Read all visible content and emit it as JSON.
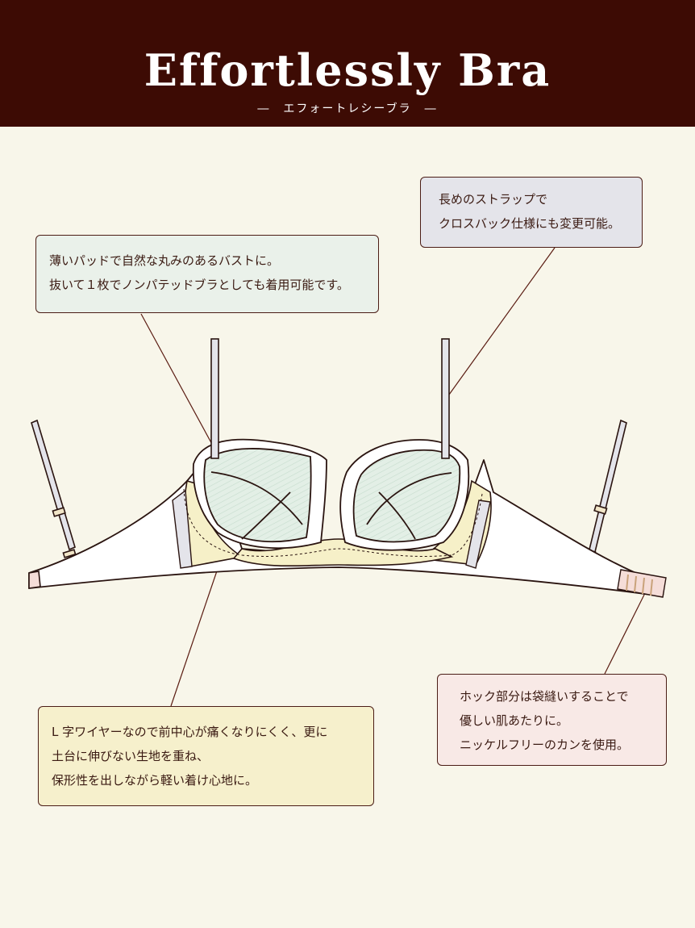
{
  "header": {
    "title": "Effortlessly Bra",
    "subtitle": "―　エフォートレシーブラ　―"
  },
  "callouts": {
    "pad": {
      "lines": [
        "薄いパッドで自然な丸みのあるバストに。",
        "抜いて１枚でノンパテッドブラとしても着用可能です。"
      ]
    },
    "strap": {
      "lines": [
        "長めのストラップで",
        "クロスバック仕様にも変更可能。"
      ]
    },
    "wire": {
      "lines": [
        "L 字ワイヤーなので前中心が痛くなりにくく、更に",
        "土台に伸びない生地を重ね、",
        "保形性を出しながら軽い着け心地に。"
      ]
    },
    "hook": {
      "lines": [
        "ホック部分は袋縫いすることで",
        "優しい肌あたりに。",
        "ニッケルフリーのカンを使用。"
      ]
    }
  },
  "colors": {
    "header_bg": "#3d0b04",
    "background": "#f8f6ea",
    "outline": "#2a1410",
    "cup_fill": "#e3efe6",
    "side_fill": "#f6f0c8",
    "strap_fill": "#e4e4ea",
    "hook_fill": "#f5ddd8",
    "leader": "#5a1c12"
  }
}
